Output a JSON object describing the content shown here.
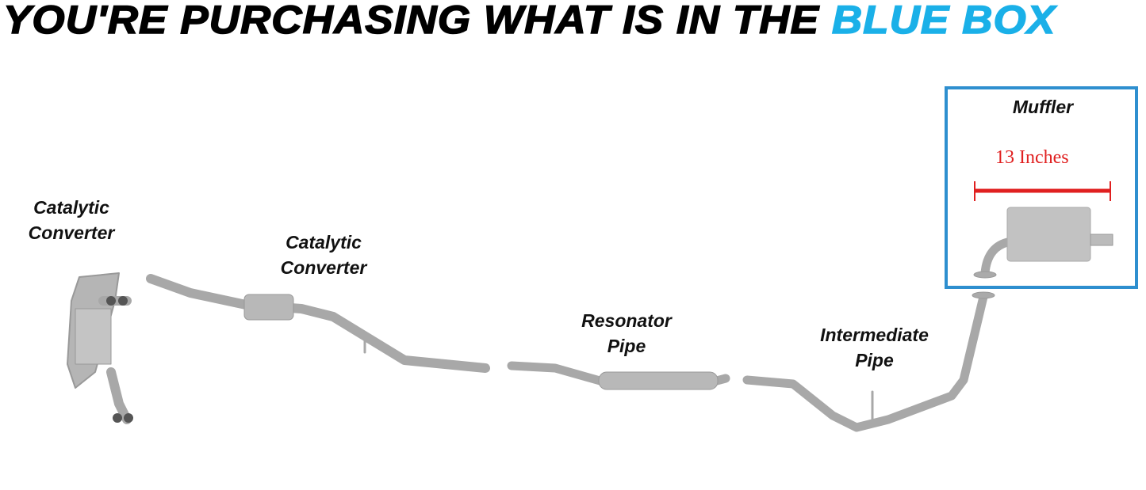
{
  "title": {
    "prefix": "YOU'RE PURCHASING WHAT IS IN THE",
    "highlight": "BLUE BOX"
  },
  "labels": {
    "cat1": [
      "Catalytic",
      "Converter"
    ],
    "cat2": [
      "Catalytic",
      "Converter"
    ],
    "resonator": [
      "Resonator",
      "Pipe"
    ],
    "intermediate": [
      "Intermediate",
      "Pipe"
    ],
    "muffler": "Muffler"
  },
  "measurement": "13 Inches",
  "colors": {
    "highlight": "#1ab0e8",
    "box": "#2e8fcf",
    "measure": "#e02020",
    "part": "#a8a8a8"
  }
}
